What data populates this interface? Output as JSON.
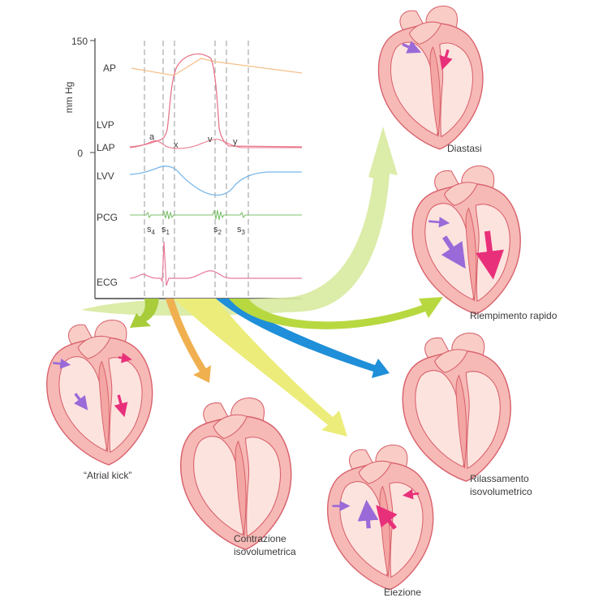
{
  "graph": {
    "y_top_value": "150",
    "y_zero_value": "0",
    "y_unit": "mm Hg",
    "trace_labels": {
      "ap": "AP",
      "lvp": "LVP",
      "lap": "LAP",
      "lvv": "LVV",
      "pcg": "PCG",
      "ecg": "ECG"
    },
    "wave_labels": {
      "a": "a",
      "x": "x",
      "v": "v",
      "y": "y"
    },
    "heart_sounds": [
      {
        "base": "s",
        "sub": "4"
      },
      {
        "base": "s",
        "sub": "1"
      },
      {
        "base": "s",
        "sub": "2"
      },
      {
        "base": "s",
        "sub": "3"
      }
    ]
  },
  "phases": {
    "diastasis": "Diastasi",
    "rapid_filling": "Riempimento rapido",
    "atrial_kick": "“Atrial kick”",
    "isovolumetric_contraction_1": "Contrazione",
    "isovolumetric_contraction_2": "isovolumetrica",
    "ejection": "Eiezione",
    "isovolumetric_relaxation_1": "Rilassamento",
    "isovolumetric_relaxation_2": "isovolumetrico"
  },
  "colors": {
    "ap_trace": "#f5c08a",
    "pressure_traces": "#e8788c",
    "volume_trace": "#7ab8ea",
    "pcg_trace": "#7cc16a",
    "ecg_trace": "#e87a9a",
    "arrow_green": "#a8cc3a",
    "arrow_yellow": "#ecec7a",
    "arrow_orange": "#f0b050",
    "arrow_blue": "#1e8fd8",
    "arrow_lightgreen": "#d8eaa0",
    "heart_fill": "#f6b9b6",
    "heart_outline": "#d8606a",
    "flow_magenta": "#e8307a",
    "flow_violet": "#9a6ad8"
  },
  "icons": [
    "heart-diagram",
    "blood-flow-arrow"
  ]
}
